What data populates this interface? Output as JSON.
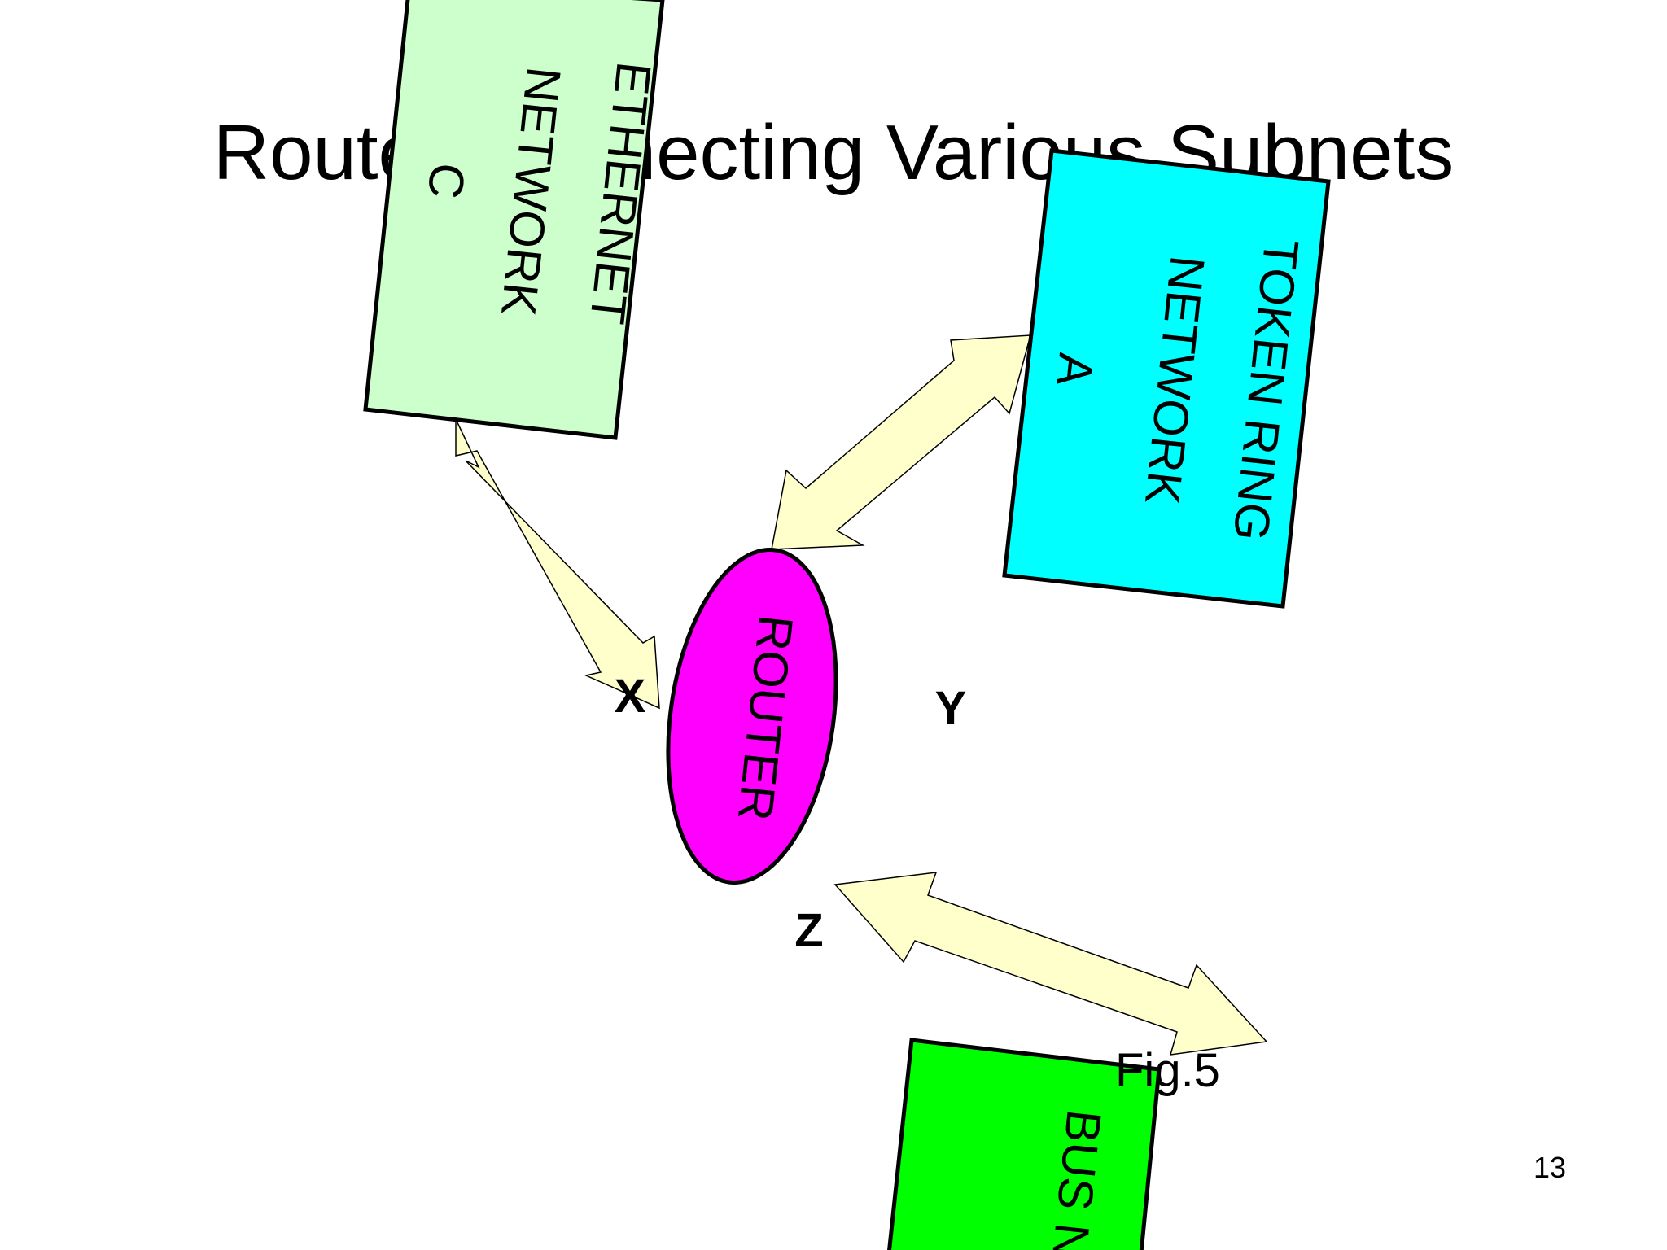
{
  "slide": {
    "title": "Router Connecting Various Subnets",
    "page_number": "13",
    "figure_label": "Fig.5"
  },
  "diagram": {
    "nodes": {
      "ethernet": {
        "lines": [
          "ETHERNET",
          "NETWORK",
          "C"
        ],
        "color": "#ccffcc"
      },
      "token_ring": {
        "lines": [
          "TOKEN RING",
          "NETWORK",
          "A"
        ],
        "color": "#00ffff"
      },
      "bus": {
        "lines": [
          "BUS N"
        ],
        "color": "#00ff00"
      },
      "router": {
        "label": "ROUTER",
        "color": "#ff00ff"
      }
    },
    "ports": {
      "x": "X",
      "y": "Y",
      "z": "Z"
    },
    "arrow_color": "#ffffcc"
  }
}
